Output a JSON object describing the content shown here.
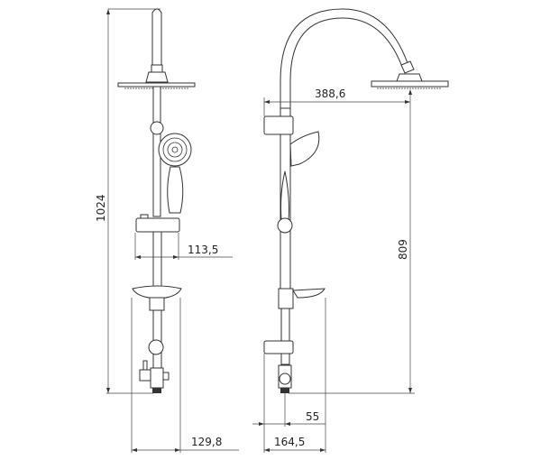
{
  "dimensions": {
    "overall_height": "1024",
    "hand_holder_offset": "113,5",
    "bottom_width_front": "129,8",
    "head_reach": "388,6",
    "head_height": "809",
    "wall_offset": "55",
    "bottom_width_side": "164,5"
  },
  "colors": {
    "line": "#333333",
    "background": "#ffffff"
  }
}
